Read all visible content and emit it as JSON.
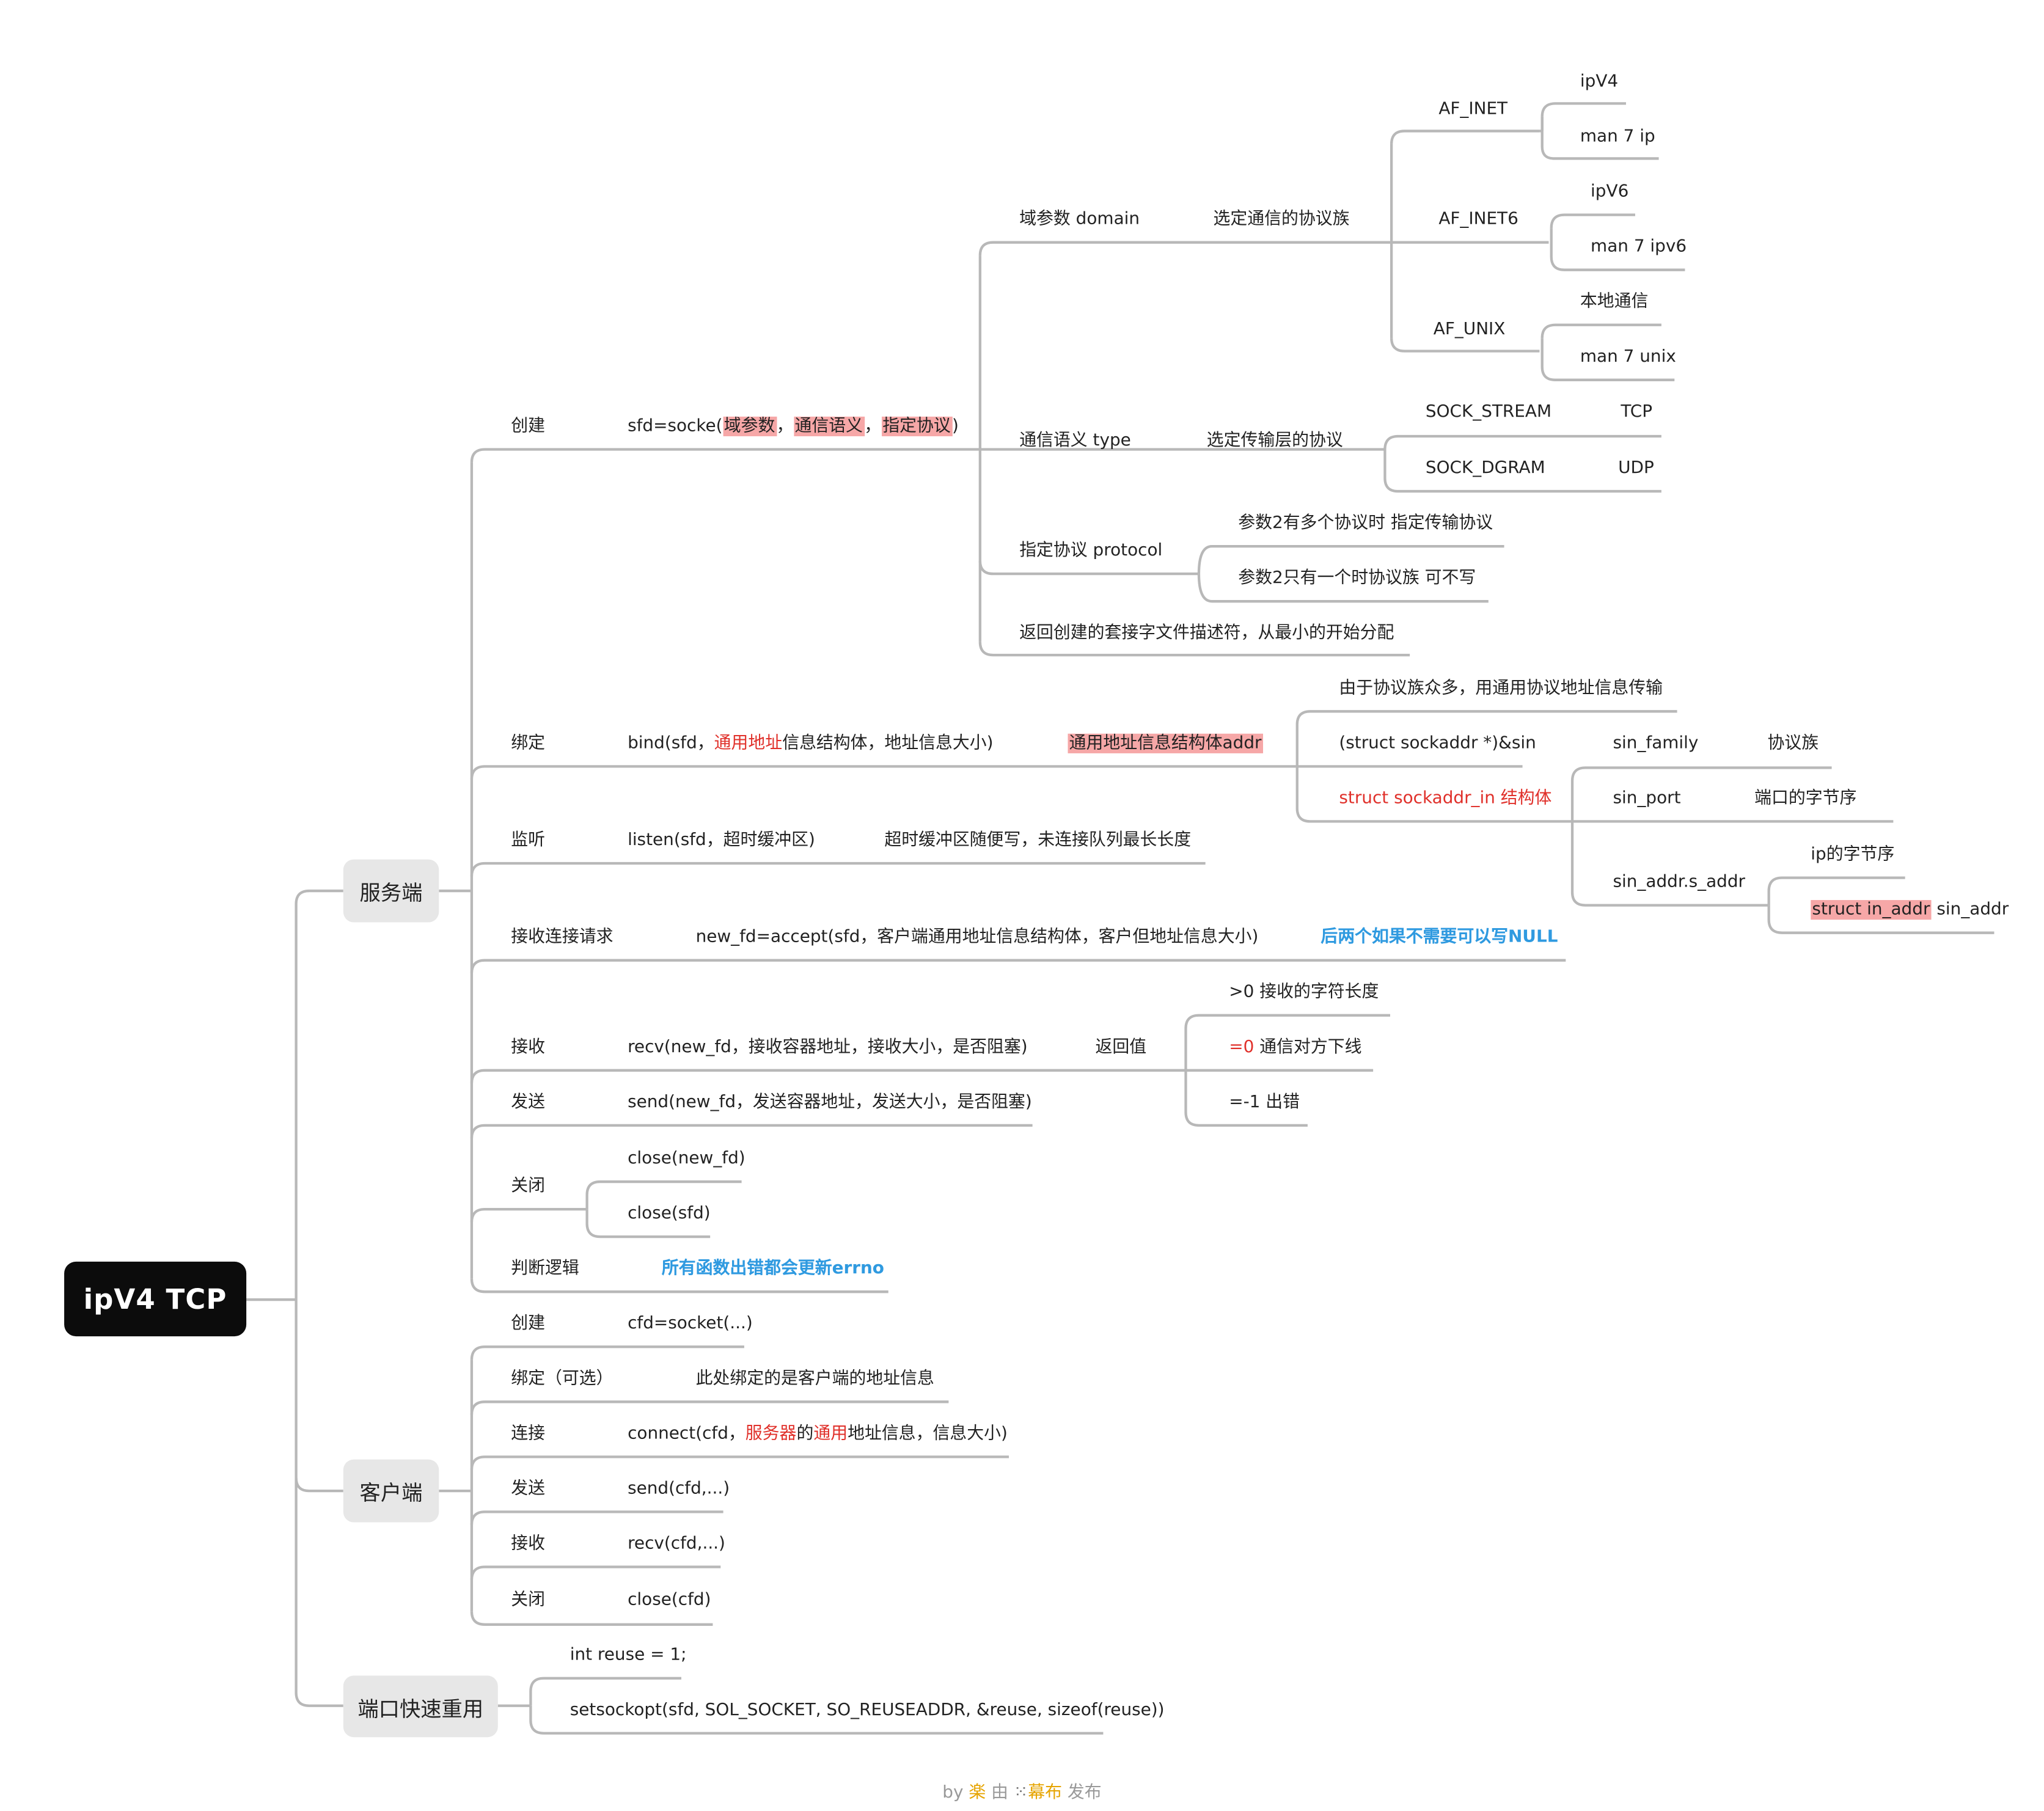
{
  "root": "ipV4  TCP",
  "server": {
    "label": "服务端",
    "create": {
      "label": "创建",
      "call_a": "sfd=socke(",
      "arg1": "域参数",
      "sep1": "，",
      "arg2": "通信语义",
      "sep2": "，",
      "arg3": "指定协议",
      "call_b": ")",
      "domain": {
        "label": "域参数 domain",
        "desc": "选定通信的协议族",
        "families": [
          {
            "name": "AF_INET",
            "children": [
              "ipV4",
              "man 7 ip"
            ]
          },
          {
            "name": "AF_INET6",
            "children": [
              "ipV6",
              "man 7 ipv6"
            ]
          },
          {
            "name": "AF_UNIX",
            "children": [
              "本地通信",
              "man 7 unix"
            ]
          }
        ]
      },
      "type": {
        "label": "通信语义 type",
        "desc": "选定传输层的协议",
        "items": [
          {
            "name": "SOCK_STREAM",
            "value": "TCP"
          },
          {
            "name": "SOCK_DGRAM",
            "value": "UDP"
          }
        ]
      },
      "protocol": {
        "label": "指定协议 protocol",
        "items": [
          "参数2有多个协议时 指定传输协议",
          "参数2只有一个时协议族 可不写"
        ]
      },
      "return": "返回创建的套接字文件描述符，从最小的开始分配"
    },
    "bind": {
      "label": "绑定",
      "call_a": "bind(sfd，",
      "call_red": "通用地址",
      "call_b": "信息结构体，地址信息大小)",
      "addr_label": "通用地址信息结构体addr",
      "note": "由于协议族众多，用通用协议地址信息传输",
      "cast": "(struct sockaddr *)&sin",
      "struct_in": "struct sockaddr_in 结构体",
      "fields": [
        {
          "name": "sin_family",
          "desc": "协议族"
        },
        {
          "name": "sin_port",
          "desc": "端口的字节序"
        },
        {
          "name": "sin_addr.s_addr",
          "desc": "ip的字节序",
          "sub_hl": "struct in_addr",
          "sub_rest": " sin_addr"
        }
      ]
    },
    "listen": {
      "label": "监听",
      "call": "listen(sfd，超时缓冲区)",
      "desc": "超时缓冲区随便写，未连接队列最长长度"
    },
    "accept": {
      "label": "接收连接请求",
      "call": "new_fd=accept(sfd，客户端通用地址信息结构体，客户但地址信息大小)",
      "note": "后两个如果不需要可以写NULL"
    },
    "recv": {
      "label": "接收",
      "call": "recv(new_fd，接收容器地址，接收大小，是否阻塞)",
      "ret_label": "返回值",
      "ret1": ">0  接收的字符长度",
      "ret2_red": "=0",
      "ret2_rest": "  通信对方下线",
      "ret3": "=-1 出错"
    },
    "send": {
      "label": "发送",
      "call": "send(new_fd，发送容器地址，发送大小，是否阻塞)"
    },
    "close": {
      "label": "关闭",
      "items": [
        "close(new_fd)",
        "close(sfd)"
      ]
    },
    "logic": {
      "label": "判断逻辑",
      "note": "所有函数出错都会更新errno"
    }
  },
  "client": {
    "label": "客户端",
    "items": [
      {
        "label": "创建",
        "value": "cfd=socket(...)"
      },
      {
        "label": "绑定（可选）",
        "value": "此处绑定的是客户端的地址信息"
      },
      {
        "label": "连接"
      },
      {
        "label": "发送",
        "value": "send(cfd,...)"
      },
      {
        "label": "接收",
        "value": "recv(cfd,...)"
      },
      {
        "label": "关闭",
        "value": "close(cfd)"
      }
    ],
    "connect_a": "connect(cfd，",
    "connect_red1": "服务器",
    "connect_mid": "的",
    "connect_red2": "通用",
    "connect_b": "地址信息，信息大小)"
  },
  "reuse": {
    "label": "端口快速重用",
    "items": [
      "int reuse = 1;",
      "setsockopt(sfd, SOL_SOCKET, SO_REUSEADDR, &reuse, sizeof(reuse))"
    ]
  },
  "footer": {
    "by": "by ",
    "author": "楽",
    "mid": " 由 ",
    "icon": "⁙",
    "brand": "幕布",
    "end": " 发布"
  },
  "colors": {
    "line": "#b8b8b8",
    "highlight": "#f6a7a7",
    "red": "#e0302a",
    "blue": "#2f9ae0",
    "root_bg": "#0c0c0c",
    "pill_bg": "#e7e7e7"
  }
}
